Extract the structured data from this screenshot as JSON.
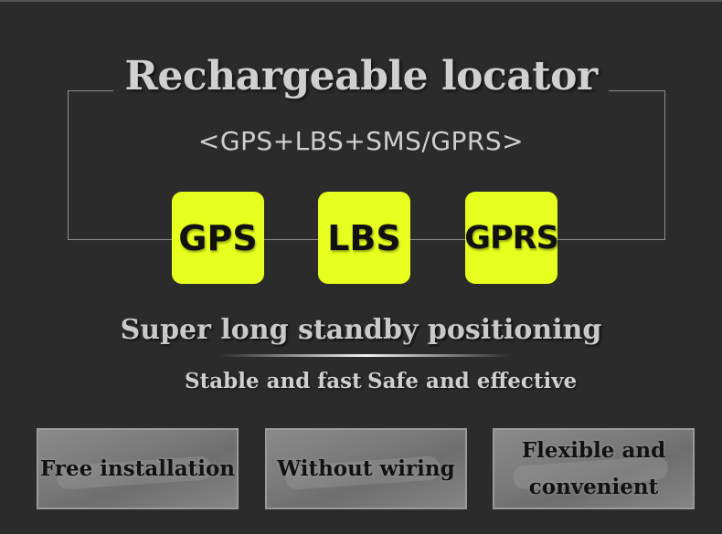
{
  "title": "Rechargeable locator",
  "subtitle": "<GPS+LBS+SMS/GPRS>",
  "badges": [
    "GPS",
    "LBS",
    "GPRS"
  ],
  "headline": "Super long standby positioning",
  "taglines": [
    "Stable and fast",
    "Safe and effective"
  ],
  "features": [
    "Free installation",
    "Without wiring",
    "Flexible and convenient"
  ],
  "colors": {
    "background": "#2b2b2b",
    "badge": "#e6ff1e",
    "text": "#cfcfcf"
  }
}
